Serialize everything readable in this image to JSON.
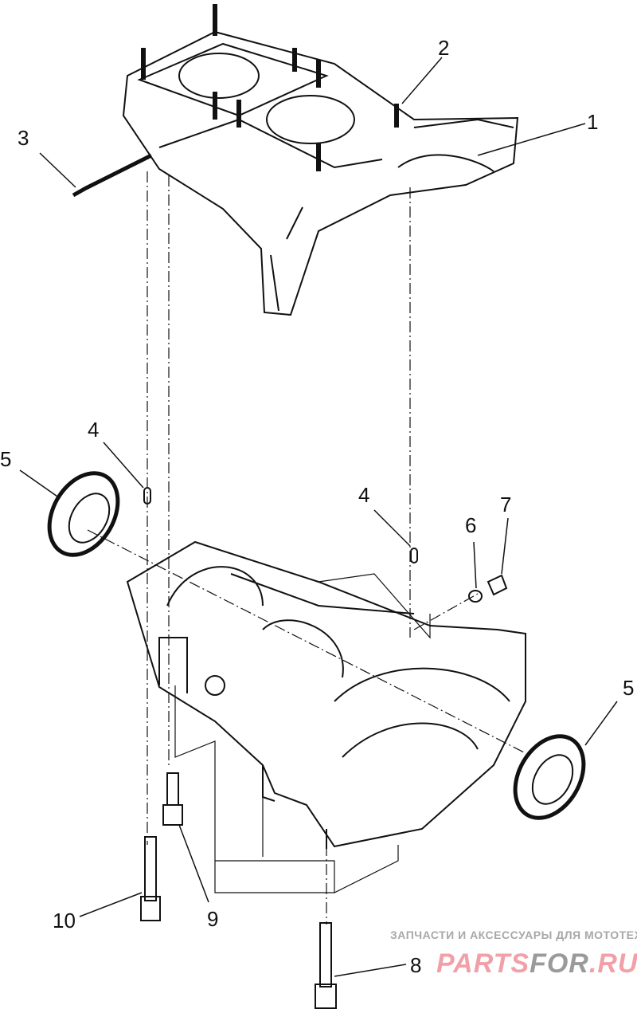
{
  "callouts": [
    "1",
    "2",
    "3",
    "4",
    "4",
    "5",
    "5",
    "6",
    "7",
    "8",
    "9",
    "10"
  ],
  "watermark": {
    "tagline": "ЗАПЧАСТИ И АКСЕССУАРЫ ДЛЯ МОТОТЕХНИКИ",
    "brand_part1": "PARTS",
    "brand_part2": "FOR",
    "brand_part3": ".RU"
  },
  "colors": {
    "line": "#111111",
    "watermark_pink": "#f2a0a8",
    "watermark_gray": "#9a9a9a"
  }
}
